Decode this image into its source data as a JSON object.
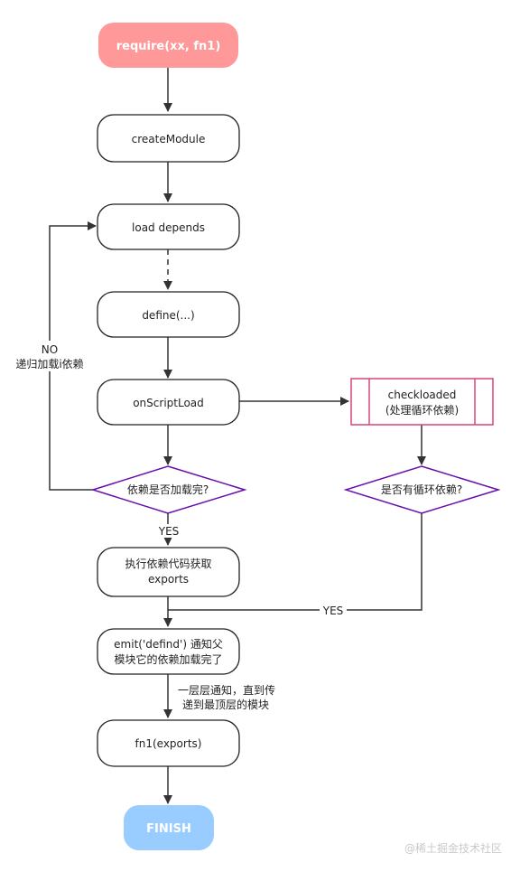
{
  "colors": {
    "start_fill": "#FF9999",
    "finish_fill": "#99CCFF",
    "process_fill": "#ffffff",
    "process_stroke": "#222222",
    "decision_stroke": "#6A0DAD",
    "subprocess_stroke": "#D9447A",
    "edge": "#333333",
    "watermark": "#c9c9c9"
  },
  "nodes": {
    "start": {
      "lines": [
        "require(xx, fn1)"
      ]
    },
    "create_module": {
      "lines": [
        "createModule"
      ]
    },
    "load_depends": {
      "lines": [
        "load depends"
      ]
    },
    "define": {
      "lines": [
        "define(...)"
      ]
    },
    "on_script_load": {
      "lines": [
        "onScriptLoad"
      ]
    },
    "check_loaded": {
      "lines": [
        "checkloaded",
        "(处理循环依赖)"
      ]
    },
    "deps_loaded_decision": {
      "lines": [
        "依赖是否加载完?"
      ]
    },
    "circular_decision": {
      "lines": [
        "是否有循环依赖?"
      ]
    },
    "exec_deps": {
      "lines": [
        "执行依赖代码获取",
        "exports"
      ]
    },
    "emit_defined": {
      "lines": [
        "emit('defind') 通知父",
        "模块它的依赖加载完了"
      ]
    },
    "fn1_exports": {
      "lines": [
        "fn1(exports)"
      ]
    },
    "finish": {
      "lines": [
        "FINISH"
      ]
    }
  },
  "edge_labels": {
    "no_recursive": [
      "NO",
      "递归加载i依赖"
    ],
    "yes_deps": [
      "YES"
    ],
    "yes_circular": [
      "YES"
    ],
    "notify_up": [
      "一层层通知，直到传",
      "递到最顶层的模块"
    ]
  },
  "watermark": "@稀土掘金技术社区"
}
